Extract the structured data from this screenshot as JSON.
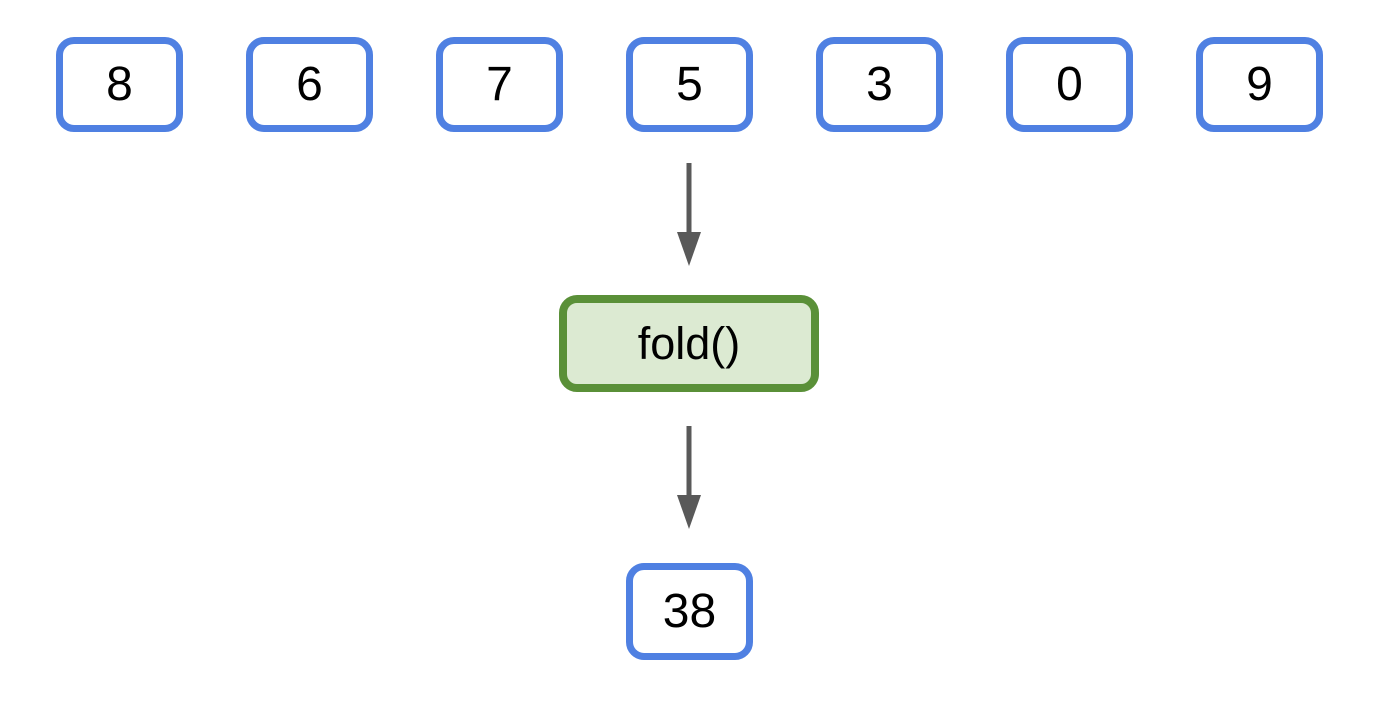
{
  "diagram": {
    "title_hint": "fold reduction diagram",
    "input_row": {
      "values": [
        "8",
        "6",
        "7",
        "5",
        "3",
        "0",
        "9"
      ]
    },
    "operation": {
      "label": "fold()"
    },
    "result": {
      "value": "38"
    },
    "arrows": {
      "count": 2,
      "direction": "down"
    },
    "colors": {
      "box_border": "#4f80e2",
      "operation_border": "#5a9038",
      "operation_fill": "#dcead2",
      "arrow": "#595959",
      "background": "#ffffff",
      "text": "#000000"
    }
  }
}
